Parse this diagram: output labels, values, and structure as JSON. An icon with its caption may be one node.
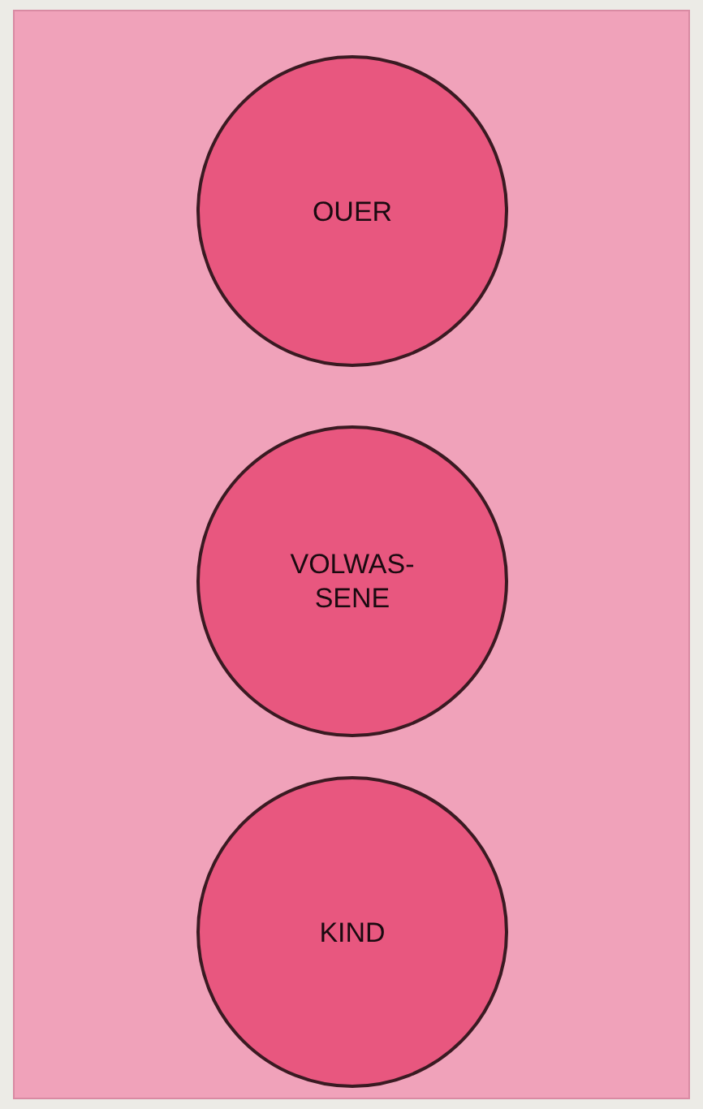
{
  "diagram": {
    "nodes": [
      {
        "text": [
          "OUER"
        ]
      },
      {
        "text": [
          "VOLWAS- SENE"
        ]
      },
      {
        "text": [
          "KIND"
        ]
      }
    ]
  }
}
